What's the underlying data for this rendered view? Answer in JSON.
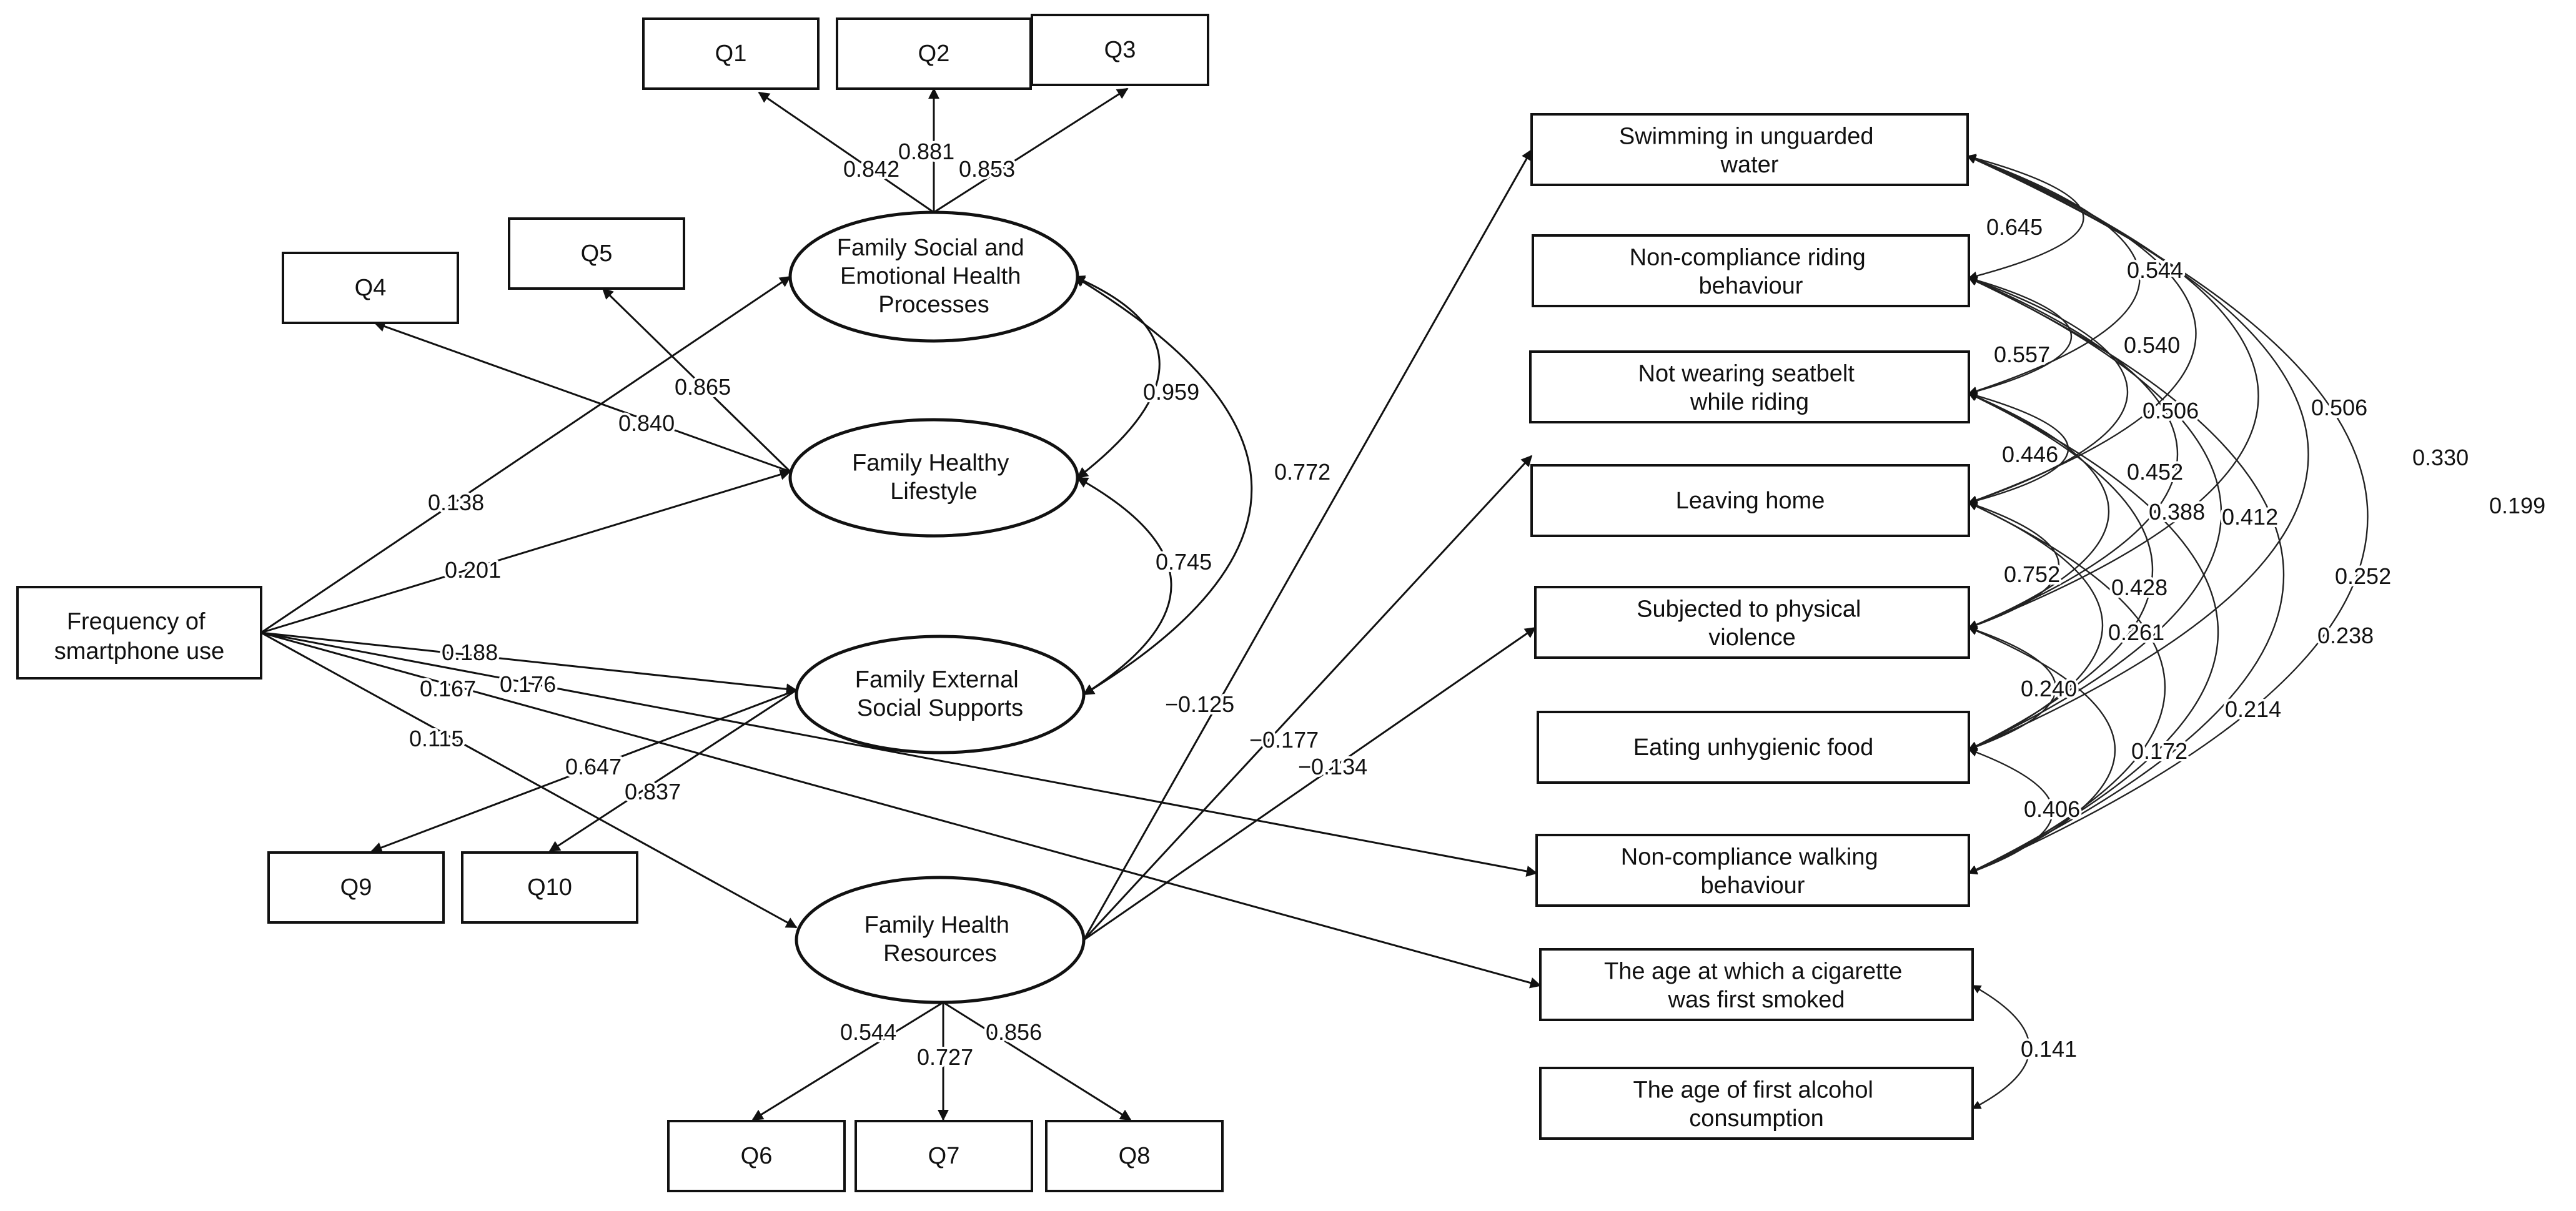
{
  "nodes": {
    "q1": {
      "label": "Q1"
    },
    "q2": {
      "label": "Q2"
    },
    "q3": {
      "label": "Q3"
    },
    "q4": {
      "label": "Q4"
    },
    "q5": {
      "label": "Q5"
    },
    "q6": {
      "label": "Q6"
    },
    "q7": {
      "label": "Q7"
    },
    "q8": {
      "label": "Q8"
    },
    "q9": {
      "label": "Q9"
    },
    "q10": {
      "label": "Q10"
    },
    "freq": {
      "lines": [
        "Frequency of",
        "smartphone use"
      ]
    },
    "fse": {
      "lines": [
        "Family Social and",
        "Emotional Health",
        "Processes"
      ]
    },
    "fhl": {
      "lines": [
        "Family Healthy",
        "Lifestyle"
      ]
    },
    "fes": {
      "lines": [
        "Family External",
        "Social Supports"
      ]
    },
    "fhr": {
      "lines": [
        "Family Health",
        "Resources"
      ]
    },
    "swim": {
      "lines": [
        "Swimming in unguarded",
        "water"
      ]
    },
    "ride": {
      "lines": [
        "Non-compliance riding",
        "behaviour"
      ]
    },
    "belt": {
      "lines": [
        "Not wearing seatbelt",
        "while riding"
      ]
    },
    "leave": {
      "lines": [
        "Leaving home"
      ]
    },
    "viol": {
      "lines": [
        "Subjected to physical",
        "violence"
      ]
    },
    "food": {
      "lines": [
        "Eating unhygienic food"
      ]
    },
    "walk": {
      "lines": [
        "Non-compliance walking",
        "behaviour"
      ]
    },
    "cig": {
      "lines": [
        "The age at which a cigarette",
        "was first smoked"
      ]
    },
    "alc": {
      "lines": [
        "The age of first alcohol",
        "consumption"
      ]
    }
  },
  "loadings": {
    "q1": "0.842",
    "q2": "0.881",
    "q3": "0.853",
    "q4": "0.840",
    "q5": "0.865",
    "q9": "0.647",
    "q10": "0.837",
    "q6": "0.544",
    "q7": "0.727",
    "q8": "0.856"
  },
  "paths": {
    "freq_fse": "0.138",
    "freq_fhl": "0.201",
    "freq_fes": "0.188",
    "freq_walk": "0.176",
    "freq_cig": "0.167",
    "freq_fhr": "0.115",
    "fhr_swim": "−0.125",
    "fhr_leave": "−0.177",
    "fhr_viol": "−0.134"
  },
  "correlations": {
    "fse_fhl": "0.959",
    "fhl_fes": "0.745",
    "fse_fes": "0.772",
    "swim_ride": "0.645",
    "swim_belt": "0.544",
    "swim_leave": "0.540",
    "swim_viol": "0.506",
    "swim_food": "0.330",
    "swim_walk": "0.199",
    "ride_belt": "0.557",
    "ride_leave": "0.506",
    "ride_viol": "0.452",
    "ride_food": "0.412",
    "ride_walk": "0.252",
    "belt_leave": "0.446",
    "belt_viol": "0.388",
    "belt_food": "0.428",
    "belt_walk": "0.238",
    "leave_viol": "0.752",
    "leave_food": "0.261",
    "leave_walk": "0.214",
    "viol_food": "0.240",
    "viol_walk": "0.172",
    "food_walk": "0.406",
    "cig_alc": "0.141"
  }
}
